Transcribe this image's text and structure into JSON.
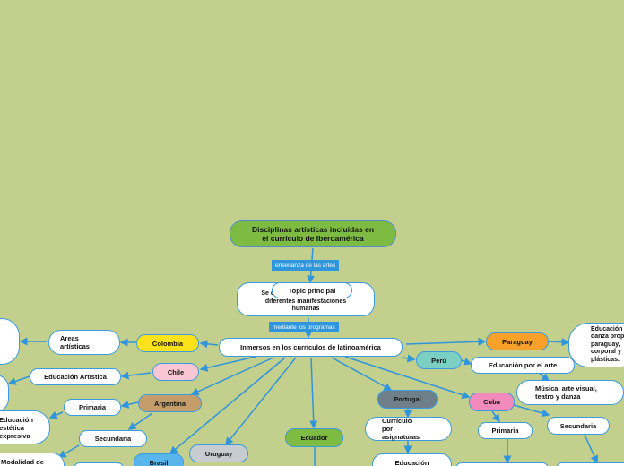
{
  "root": "Disciplinas artísticas incluidas en el currículo de Iberoamérica",
  "link_enseñanza": "enseñanza de las artes",
  "sub1": "Se clasifican de acuerdo a las diferentes manifestaciones humanas",
  "topic": "Topic principal",
  "link_programas": "mediante los programas",
  "center": "Inmersos en los currículos de latinoamérica",
  "countries": {
    "colombia": "Colombia",
    "chile": "Chile",
    "argentina": "Argentina",
    "brasil": "Brasil",
    "uruguay": "Uruguay",
    "ecuador": "Ecuador",
    "portugal": "Portugal",
    "peru": "Perú",
    "cuba": "Cuba",
    "paraguay": "Paraguay"
  },
  "nodes": {
    "areas": "Areas artísticas",
    "educacion_artistica": "Educación Artística",
    "primaria_ar": "Primaria",
    "secundaria_ar": "Secundaria",
    "educacion_estetica": "Educación estética expresiva",
    "modalidad": "Modalidad de",
    "curriculo_portugal": "Currículo por asignaturas",
    "educacion_portugal": "Educación",
    "educacion_arte": "Educación por el arte",
    "musica": "Música, arte visual, teatro y danza",
    "primaria_cu": "Primaria",
    "secundaria_cu": "Secundaria",
    "paraguay_detail": "Educación danza propia paraguay, corporal y plásticas."
  },
  "colors": {
    "background": "#c3cf8c",
    "line": "#2f95dc",
    "root": "#7dbb42",
    "colombia": "#fbe21a",
    "chile": "#f8c6d4",
    "argentina": "#c59d6a",
    "brasil": "#58b6ec",
    "uruguay": "#c7ccd0",
    "ecuador": "#7dbb42",
    "portugal": "#6f7f8a",
    "peru": "#7ccfc3",
    "cuba": "#f08bbc",
    "paraguay": "#f7a12a"
  }
}
